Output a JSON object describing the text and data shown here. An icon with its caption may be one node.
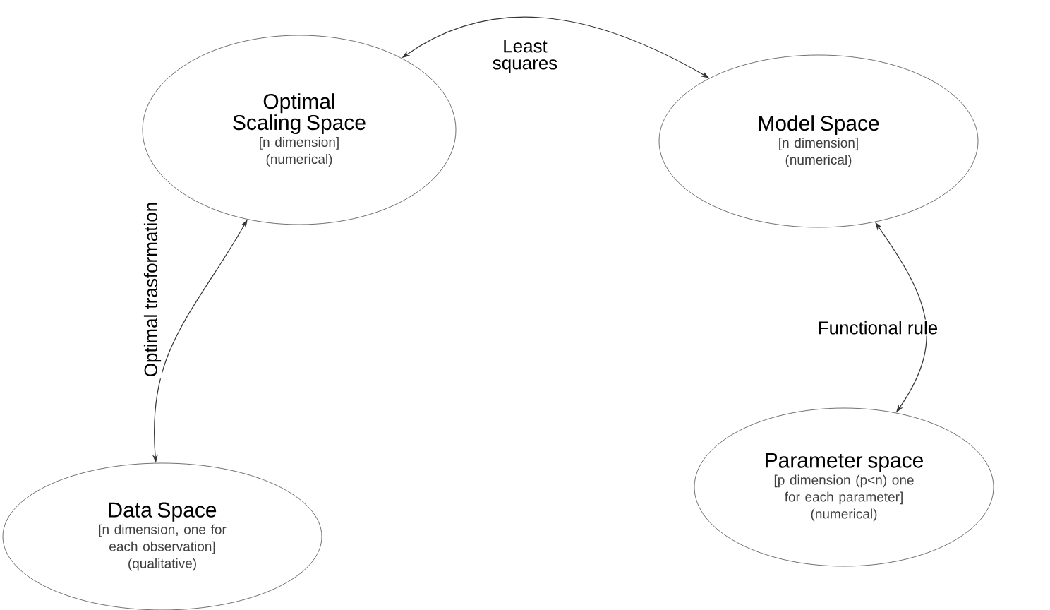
{
  "diagram": {
    "nodes": [
      {
        "text": [
          "Optimal Scaling Space",
          "[n dimension]",
          "(numerical)"
        ]
      },
      {
        "text": [
          "Model Space",
          "[n dimension]",
          "(numerical)"
        ]
      },
      {
        "text": [
          "Data Space",
          "[n dimension, one for each observation]",
          "(qualitative)"
        ]
      },
      {
        "text": [
          "Parameter space",
          "[p dimension (p<n) one for each parameter]",
          "(numerical)"
        ]
      }
    ],
    "edges": [
      {
        "from": 0,
        "to": 1,
        "arrow": "both",
        "label": "Least squares"
      },
      {
        "from": 0,
        "to": 2,
        "arrow": "both",
        "label": "Optimal trasformation"
      },
      {
        "from": 1,
        "to": 3,
        "arrow": "both",
        "label": "Functional rule"
      }
    ]
  }
}
